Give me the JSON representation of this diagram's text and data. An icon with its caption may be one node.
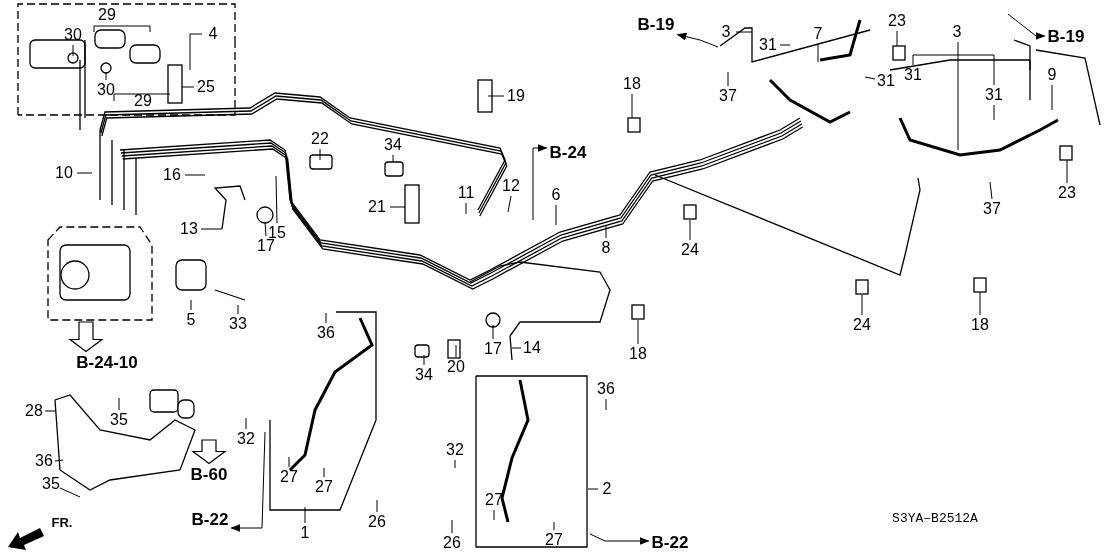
{
  "diagram": {
    "nodes": [
      {
        "text": [
          "B-19"
        ]
      },
      {
        "text": [
          "B-19"
        ]
      },
      {
        "text": [
          "B-24"
        ]
      },
      {
        "text": [
          "B-24-10"
        ]
      },
      {
        "text": [
          "B-60"
        ]
      },
      {
        "text": [
          "B-22"
        ]
      },
      {
        "text": [
          "B-22"
        ]
      }
    ],
    "edges": [
      {
        "from": null,
        "to": 0,
        "arrow": "to"
      },
      {
        "from": null,
        "to": 1,
        "arrow": "to"
      },
      {
        "from": null,
        "to": 2,
        "arrow": "to"
      },
      {
        "from": null,
        "to": 3,
        "arrow": "to"
      },
      {
        "from": null,
        "to": 4,
        "arrow": "to"
      },
      {
        "from": null,
        "to": 5,
        "arrow": "to"
      },
      {
        "from": null,
        "to": 6,
        "arrow": "to"
      }
    ],
    "labels": [
      "29",
      "3",
      "3",
      "23",
      "4",
      "30",
      "7",
      "31",
      "9",
      "31",
      "31",
      "18",
      "25",
      "30",
      "31",
      "37",
      "19",
      "29",
      "22",
      "34",
      "10",
      "16",
      "11",
      "12",
      "23",
      "6",
      "21",
      "37",
      "13",
      "15",
      "8",
      "17",
      "24",
      "5",
      "33",
      "24",
      "18",
      "36",
      "17",
      "14",
      "18",
      "20",
      "34",
      "36",
      "28",
      "35",
      "32",
      "32",
      "36",
      "27",
      "35",
      "27",
      "2",
      "27",
      "26",
      "1",
      "27",
      "26",
      "FR.",
      "S3YA–B2512A"
    ]
  }
}
